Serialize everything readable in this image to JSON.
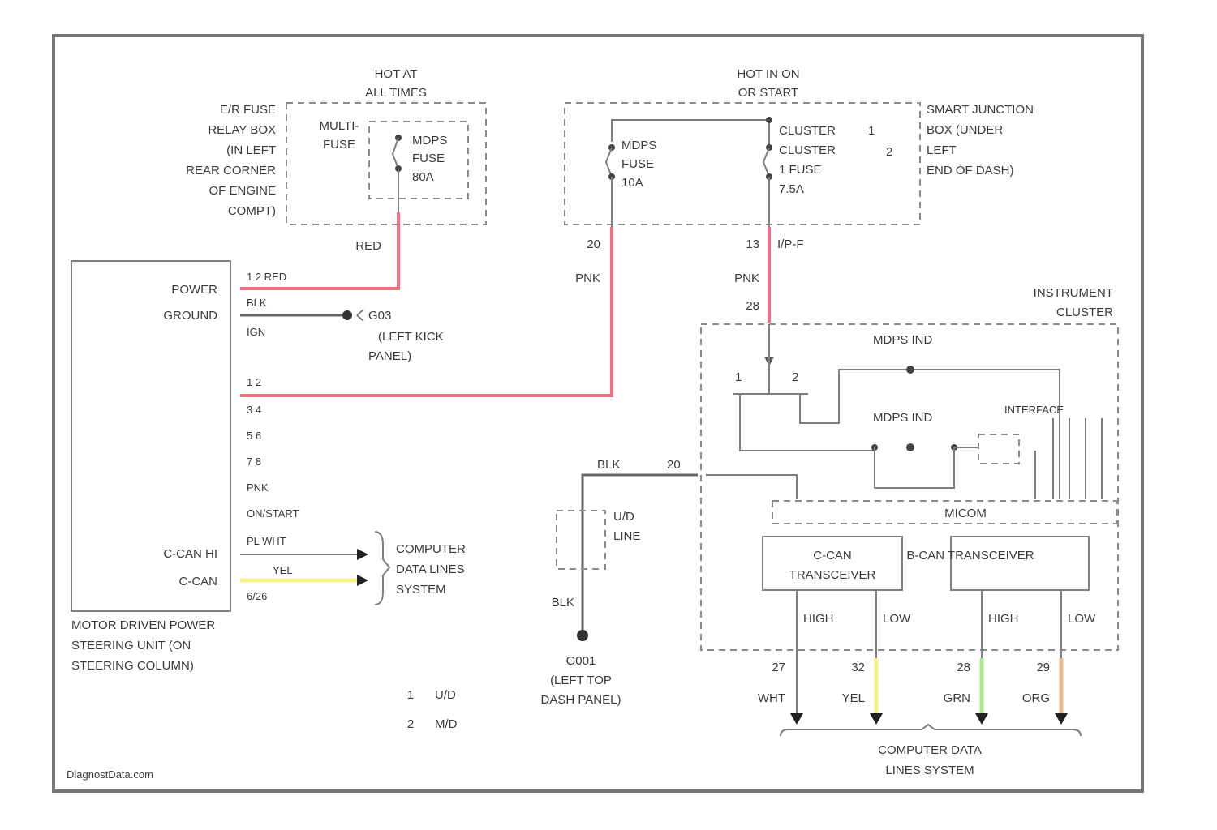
{
  "supply_left": {
    "title": "HOT AT\nALL TIMES",
    "location": [
      "E/R FUSE",
      "RELAY BOX",
      "(IN LEFT",
      "REAR CORNER",
      "OF ENGINE",
      "COMPT)"
    ],
    "multi_fuse": "MULTI-\nFUSE",
    "fuse": [
      "MDPS",
      "FUSE",
      "80A"
    ],
    "wire": "RED"
  },
  "supply_right": {
    "title": "HOT IN ON\nOR START",
    "fuse_a": [
      "MDPS",
      "FUSE",
      "10A"
    ],
    "fuse_b": [
      "CLUSTER",
      "CLUSTER",
      "1 FUSE",
      "7.5A"
    ],
    "fuse_b_marks": [
      "1",
      "2"
    ],
    "location": [
      "SMART JUNCTION",
      "BOX (UNDER",
      "LEFT",
      "END OF DASH)"
    ],
    "pins": [
      "20",
      "13",
      "I/P-F"
    ],
    "wire_a": "PNK",
    "wire_b": "PNK",
    "wire_b_pin": "28"
  },
  "steering_unit": {
    "labels": [
      "POWER",
      "GROUND",
      "C-CAN HI",
      "C-CAN"
    ],
    "pins": [
      "1 2 RED",
      "BLK",
      "IGN",
      "1 2",
      "3 4",
      "5 6",
      "7 8",
      "PNK",
      "ON/START",
      "PL  WHT",
      "YEL",
      "6/26"
    ],
    "name": [
      "MOTOR DRIVEN POWER",
      "STEERING UNIT (ON",
      "STEERING COLUMN)"
    ]
  },
  "ground_left": [
    "G03",
    "(LEFT KICK",
    "PANEL)"
  ],
  "data_lines_left": [
    "COMPUTER",
    "DATA LINES",
    "SYSTEM"
  ],
  "cluster": {
    "name": [
      "INSTRUMENT",
      "CLUSTER"
    ],
    "ind1": "MDPS IND",
    "ind2": "MDPS IND",
    "marks": [
      "1",
      "2"
    ],
    "interface": "INTERFACE",
    "micom": "MICOM",
    "trans_left": [
      "C-CAN",
      "TRANSCEIVER"
    ],
    "trans_right": "B-CAN TRANSCEIVER",
    "sig": [
      "HIGH",
      "LOW",
      "HIGH",
      "LOW"
    ],
    "pins": [
      "27",
      "32",
      "28",
      "29"
    ],
    "wires": [
      "WHT",
      "YEL",
      "GRN",
      "ORG"
    ],
    "gnd_pin": "20"
  },
  "ground_center": {
    "wire_top": "BLK",
    "wire_bot": "BLK",
    "id": "G001",
    "loc": [
      "(LEFT TOP",
      "DASH PANEL)"
    ],
    "variant": [
      "U/D",
      "LINE"
    ]
  },
  "data_lines_bottom": [
    "COMPUTER DATA",
    "LINES SYSTEM"
  ],
  "legend": [
    {
      "k": "1",
      "v": "U/D"
    },
    {
      "k": "2",
      "v": "M/D"
    }
  ],
  "watermark": "DiagnostData.com",
  "colors": {
    "red": "#f07080",
    "yellow": "#f5f28a",
    "green": "#a8ec8c",
    "orange": "#f3b98a"
  }
}
